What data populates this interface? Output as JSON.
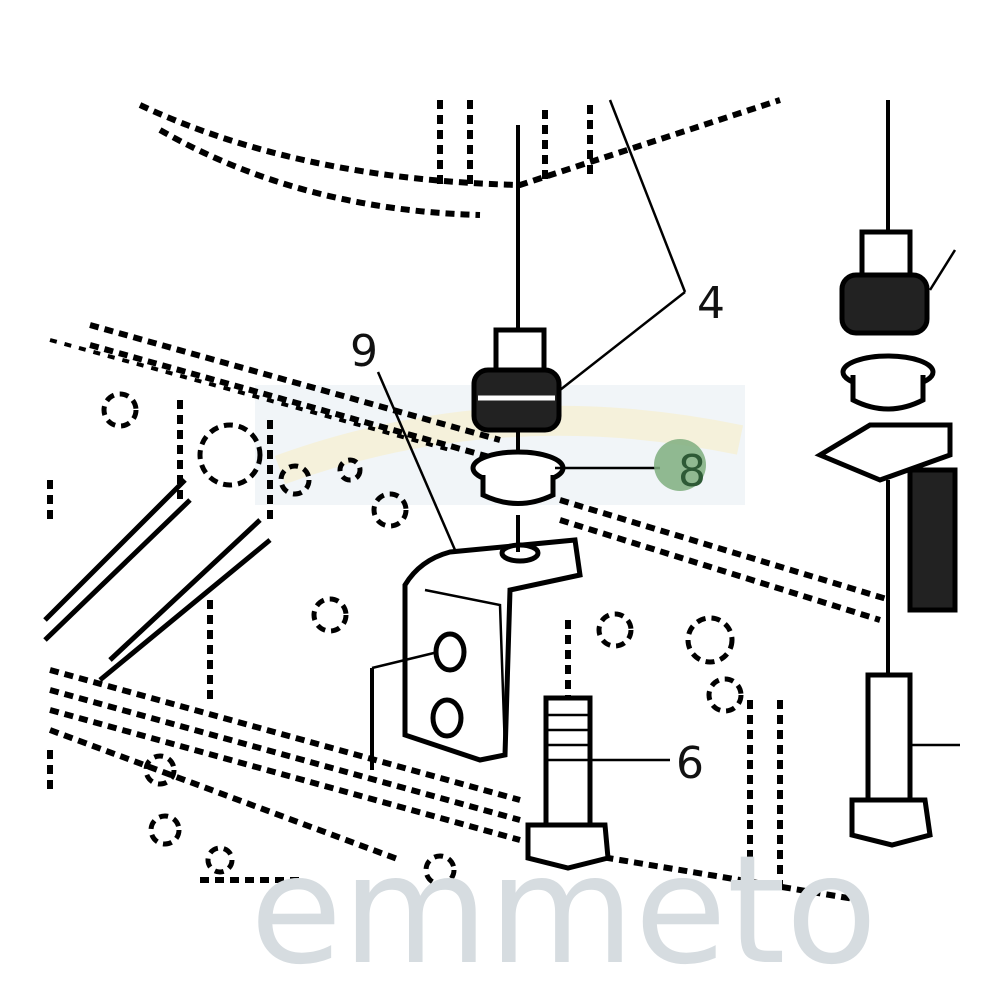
{
  "watermark": "emmeto",
  "callouts": {
    "part_4": "4",
    "part_9": "9",
    "part_8": "8",
    "part_6": "6"
  },
  "highlight_color": "#7fae7f"
}
